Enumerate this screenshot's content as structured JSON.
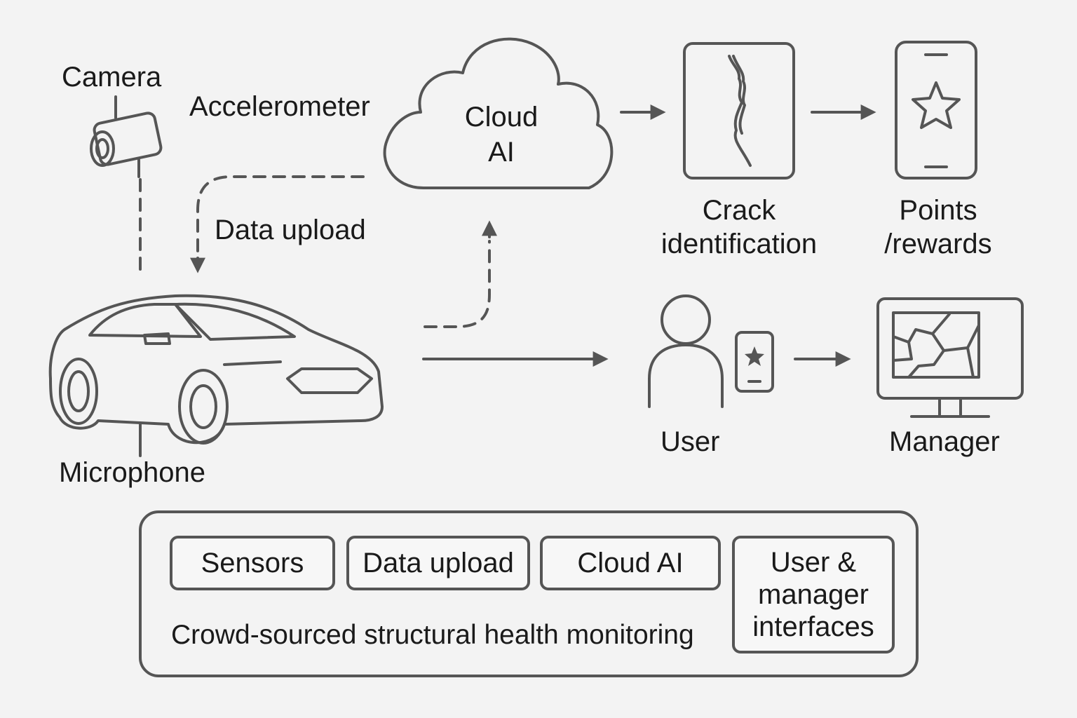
{
  "labels": {
    "camera": "Camera",
    "accelerometer": "Accelerometer",
    "cloud_ai": "Cloud\nAI",
    "data_upload": "Data upload",
    "crack_identification": "Crack\nidentification",
    "points_rewards": "Points\n/rewards",
    "microphone": "Microphone",
    "user": "User",
    "manager": "Manager"
  },
  "legend": {
    "boxes": [
      "Sensors",
      "Data upload",
      "Cloud AI",
      "User &\nmanager\ninterfaces"
    ],
    "caption": "Crowd-sourced structural health monitoring"
  },
  "icons": [
    "camera-icon",
    "cloud-icon",
    "crack-tablet-icon",
    "star-phone-icon",
    "car-icon",
    "user-icon",
    "user-phone-icon",
    "monitor-map-icon"
  ]
}
